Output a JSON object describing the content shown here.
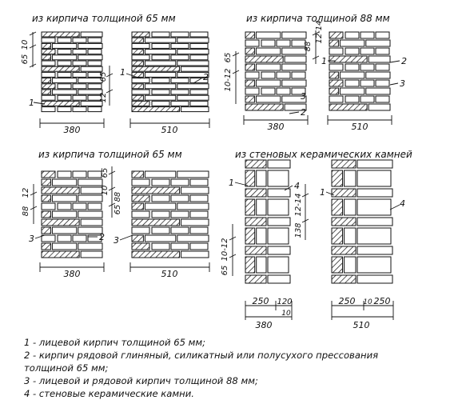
{
  "titles": {
    "a": "из кирпича толщиной 65 мм",
    "b": "из кирпича толщиной 88 мм",
    "c": "из кирпича толщиной 65 мм",
    "d": "из стеновых керамических камней"
  },
  "widths": {
    "w380": "380",
    "w510": "510",
    "w250": "250",
    "w120": "120",
    "w10": "10"
  },
  "dims": {
    "d65": "65",
    "d10": "10",
    "d12": "12",
    "d88": "88",
    "d1012": "10-12",
    "d1214": "12-14",
    "d138": "138",
    "d6588": "65 88"
  },
  "markers": {
    "m1": "1",
    "m2": "2",
    "m3": "3",
    "m4": "4"
  },
  "legend": {
    "item1": "1 - лицевой кирпич толщиной 65 мм;",
    "item2": "2 - кирпич рядовой глиняный, силикатный или полусухого прессования",
    "item2b": "толщиной 65 мм;",
    "item3": "3 - лицевой и рядовой кирпич толщиной 88 мм;",
    "item4": "4 - стеновые керамические камни."
  }
}
